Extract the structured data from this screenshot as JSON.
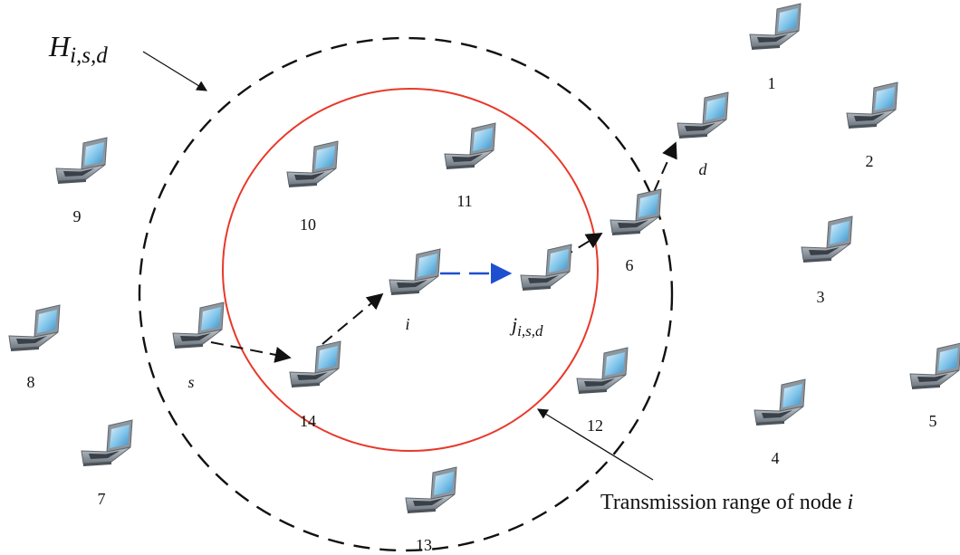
{
  "nodes": [
    {
      "id": "1",
      "label": "1"
    },
    {
      "id": "2",
      "label": "2"
    },
    {
      "id": "3",
      "label": "3"
    },
    {
      "id": "4",
      "label": "4"
    },
    {
      "id": "5",
      "label": "5"
    },
    {
      "id": "6",
      "label": "6"
    },
    {
      "id": "7",
      "label": "7"
    },
    {
      "id": "8",
      "label": "8"
    },
    {
      "id": "9",
      "label": "9"
    },
    {
      "id": "10",
      "label": "10"
    },
    {
      "id": "11",
      "label": "11"
    },
    {
      "id": "12",
      "label": "12"
    },
    {
      "id": "13",
      "label": "13"
    },
    {
      "id": "14",
      "label": "14"
    },
    {
      "id": "s",
      "label": "s"
    },
    {
      "id": "i",
      "label": "i"
    },
    {
      "id": "j",
      "label": "j",
      "subscript": "i,s,d"
    },
    {
      "id": "d",
      "label": "d"
    }
  ],
  "region_label": {
    "main": "H",
    "subscript": "i,s,d"
  },
  "range_label": {
    "text": "Transmission range of node ",
    "node": "i"
  },
  "route": [
    "s",
    "14",
    "i",
    "j",
    "6",
    "d"
  ],
  "colors": {
    "range_circle": "#e8392a",
    "route_arrow": "#111111",
    "next_hop_arrow": "#1f4fd1",
    "neighborhood": "#111111"
  }
}
